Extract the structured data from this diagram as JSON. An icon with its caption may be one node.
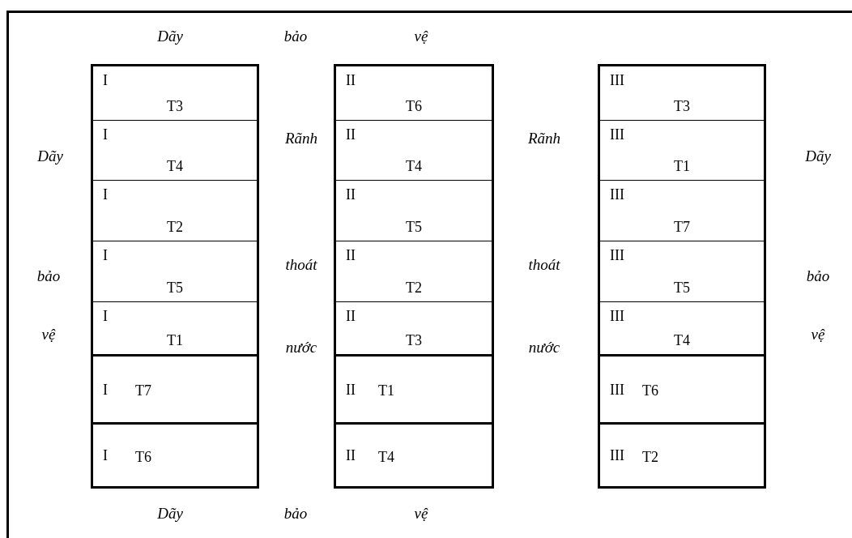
{
  "diagram": {
    "nodes": [
      {
        "text": [],
        "shape": "box"
      },
      {
        "text": [
          "I",
          "T3"
        ],
        "in": 0
      },
      {
        "text": [
          "I",
          "T4"
        ],
        "in": 0
      },
      {
        "text": [
          "I",
          "T2"
        ],
        "in": 0
      },
      {
        "text": [
          "I",
          "T5"
        ],
        "in": 0
      },
      {
        "text": [
          "I",
          "T1"
        ],
        "in": 0
      },
      {
        "text": [
          "I",
          "T7"
        ],
        "in": 0
      },
      {
        "text": [
          "I",
          "T6"
        ],
        "in": 0
      },
      {
        "text": [],
        "shape": "box"
      },
      {
        "text": [
          "II",
          "T6"
        ],
        "in": 8
      },
      {
        "text": [
          "II",
          "T4"
        ],
        "in": 8
      },
      {
        "text": [
          "II",
          "T5"
        ],
        "in": 8
      },
      {
        "text": [
          "II",
          "T2"
        ],
        "in": 8
      },
      {
        "text": [
          "II",
          "T3"
        ],
        "in": 8
      },
      {
        "text": [
          "II",
          "T1"
        ],
        "in": 8
      },
      {
        "text": [
          "II",
          "T4"
        ],
        "in": 8
      },
      {
        "text": [],
        "shape": "box"
      },
      {
        "text": [
          "III",
          "T3"
        ],
        "in": 16
      },
      {
        "text": [
          "III",
          "T1"
        ],
        "in": 16
      },
      {
        "text": [
          "III",
          "T7"
        ],
        "in": 16
      },
      {
        "text": [
          "III",
          "T5"
        ],
        "in": 16
      },
      {
        "text": [
          "III",
          "T4"
        ],
        "in": 16
      },
      {
        "text": [
          "III",
          "T6"
        ],
        "in": 16
      },
      {
        "text": [
          "III",
          "T2"
        ],
        "in": 16
      }
    ],
    "edges": [],
    "labels": [
      "Dãy",
      "bảo",
      "vệ",
      "Dãy",
      "bảo",
      "vệ",
      "Rãnh",
      "thoát",
      "nước",
      "Rãnh",
      "thoát",
      "nước",
      "Dãy",
      "bảo",
      "vệ",
      "Dãy",
      "bảo",
      "vệ"
    ]
  }
}
